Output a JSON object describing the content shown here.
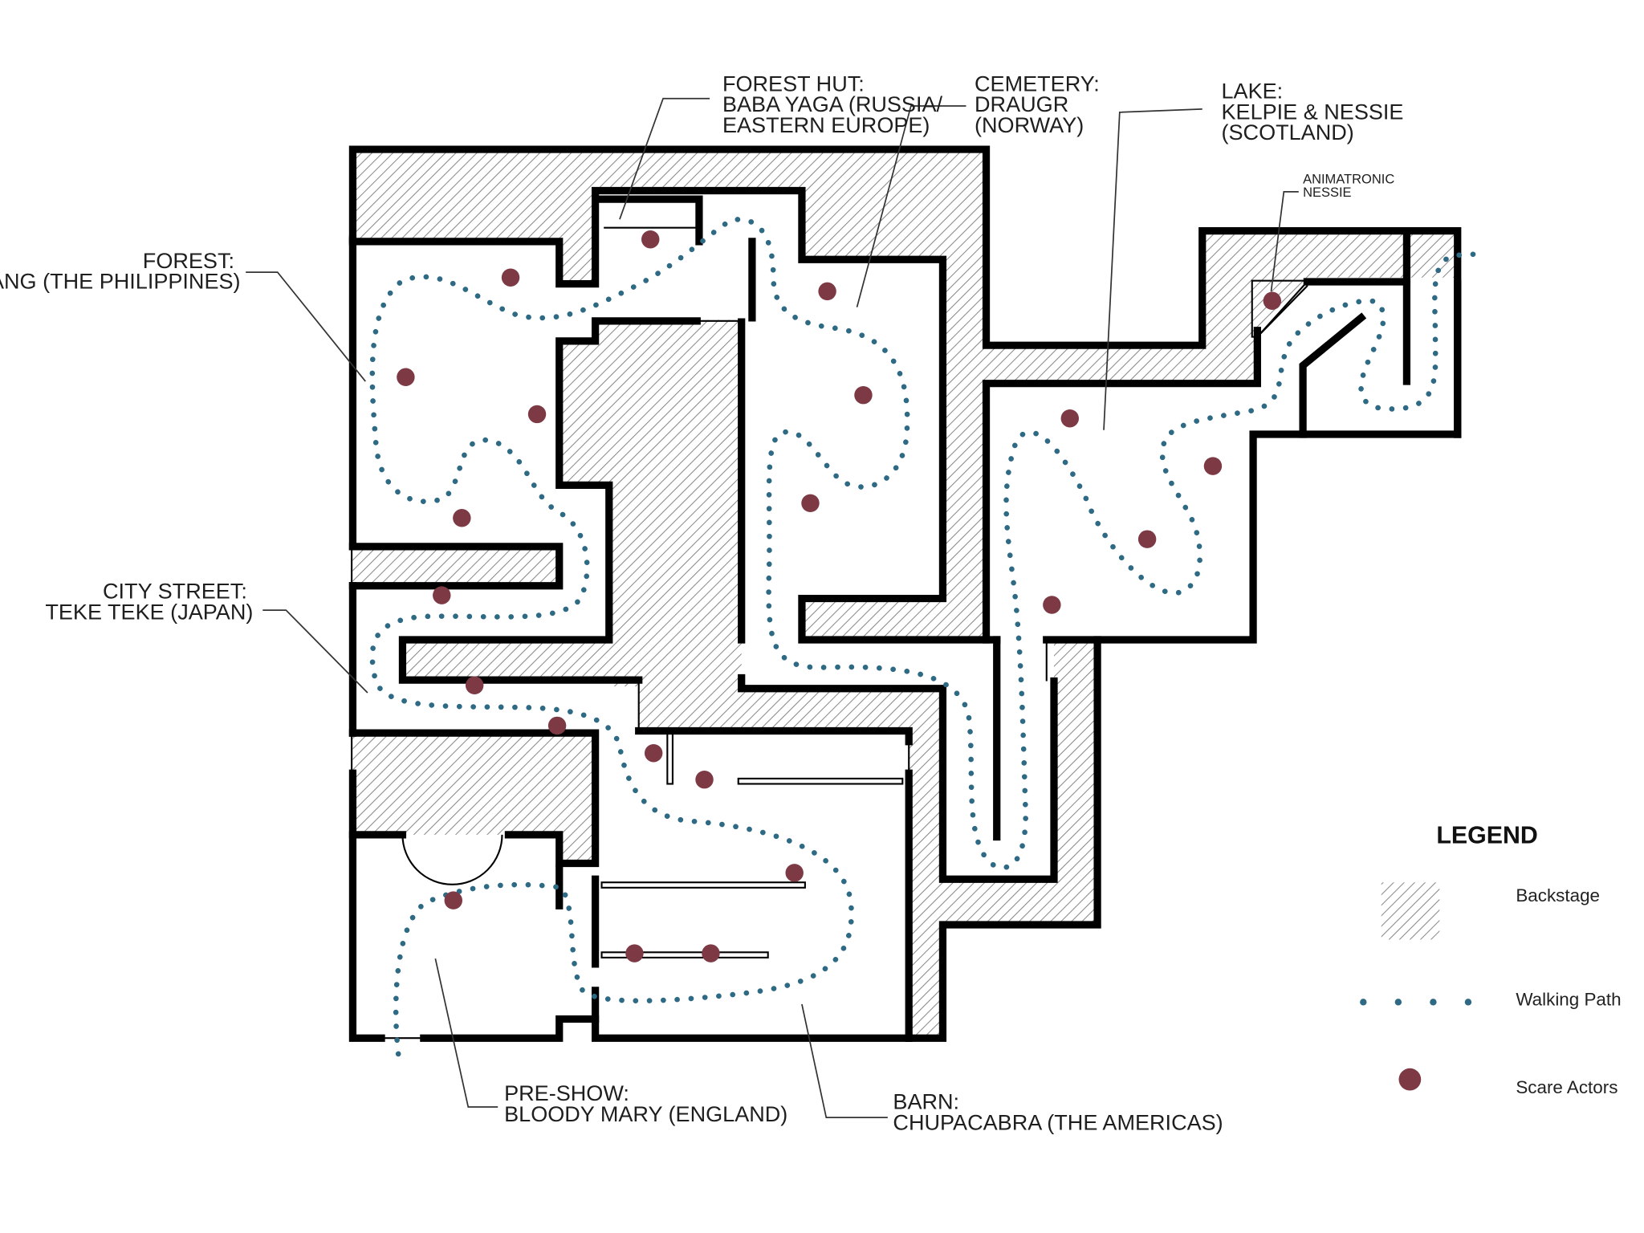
{
  "labels": {
    "forest_hut": [
      "FOREST HUT:",
      "BABA YAGA (RUSSIA/",
      "EASTERN EUROPE)"
    ],
    "cemetery": [
      "CEMETERY:",
      "DRAUGR",
      "(NORWAY)"
    ],
    "lake": [
      "LAKE:",
      "KELPIE & NESSIE",
      "(SCOTLAND)"
    ],
    "animatronic": [
      "ANIMATRONIC",
      "NESSIE"
    ],
    "forest": [
      "FOREST:",
      "ASWANG (THE PHILIPPINES)"
    ],
    "city_street": [
      "CITY STREET:",
      "TEKE TEKE (JAPAN)"
    ],
    "pre_show": [
      "PRE-SHOW:",
      "BLOODY MARY (ENGLAND)"
    ],
    "barn": [
      "BARN:",
      "CHUPACABRA (THE AMERICAS)"
    ]
  },
  "legend": {
    "title": "LEGEND",
    "items": [
      {
        "label": "Backstage",
        "symbol": "hatch"
      },
      {
        "label": "Walking Path",
        "symbol": "dots"
      },
      {
        "label": "Scare Actors",
        "symbol": "circle"
      }
    ]
  },
  "colors": {
    "walking_path": "#2f6a85",
    "scare_actor": "#7d3a45",
    "walls": "#000000",
    "hatch": "#8a8a8a"
  }
}
